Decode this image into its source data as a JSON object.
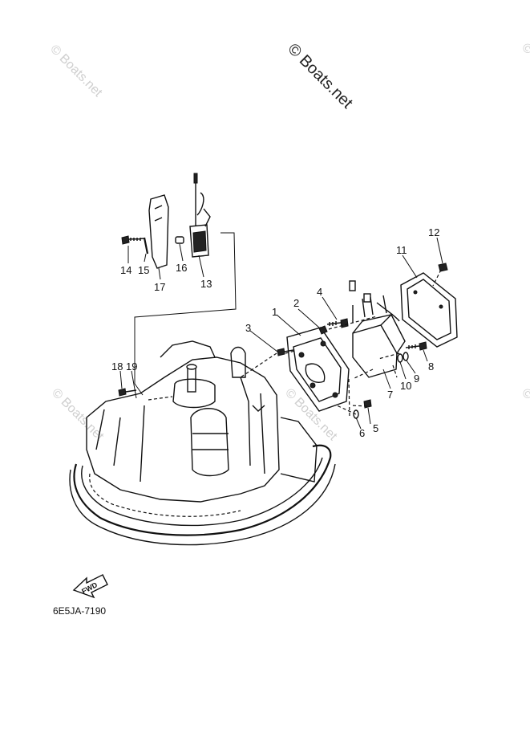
{
  "watermarks": {
    "main": "© Boats.net",
    "tile": "© Boats.net"
  },
  "diagram": {
    "code": "6E5JA-7190",
    "arrow_label": "FWD",
    "callouts": [
      "1",
      "2",
      "3",
      "4",
      "5",
      "6",
      "7",
      "8",
      "9",
      "10",
      "11",
      "12",
      "13",
      "14",
      "15",
      "16",
      "17",
      "18",
      "19"
    ]
  },
  "colors": {
    "ink": "#111111",
    "watermark": "#cfcfcf",
    "background": "#ffffff"
  }
}
